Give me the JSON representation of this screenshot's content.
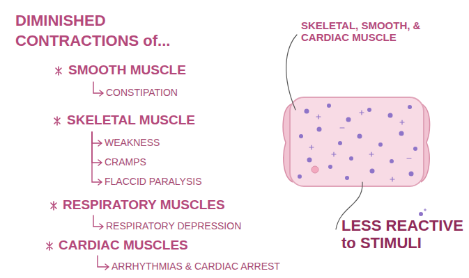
{
  "diagram": {
    "title": "DIMINISHED CONTRACTIONS of...",
    "labels": [
      "SMOOTH MUSCLE",
      "CONSTIPATION",
      "SKELETAL MUSCLE",
      "WEAKNESS",
      "CRAMPS",
      "FLACCID PARALYSIS",
      "RESPIRATORY MUSCLES",
      "RESPIRATORY DEPRESSION",
      "CARDIAC MUSCLES",
      "ARRHYTHMIAS & CARDIAC ARREST",
      "SKELETAL, SMOOTH, & CARDIAC MUSCLE",
      "LESS REACTIVE to STIMULI"
    ]
  }
}
